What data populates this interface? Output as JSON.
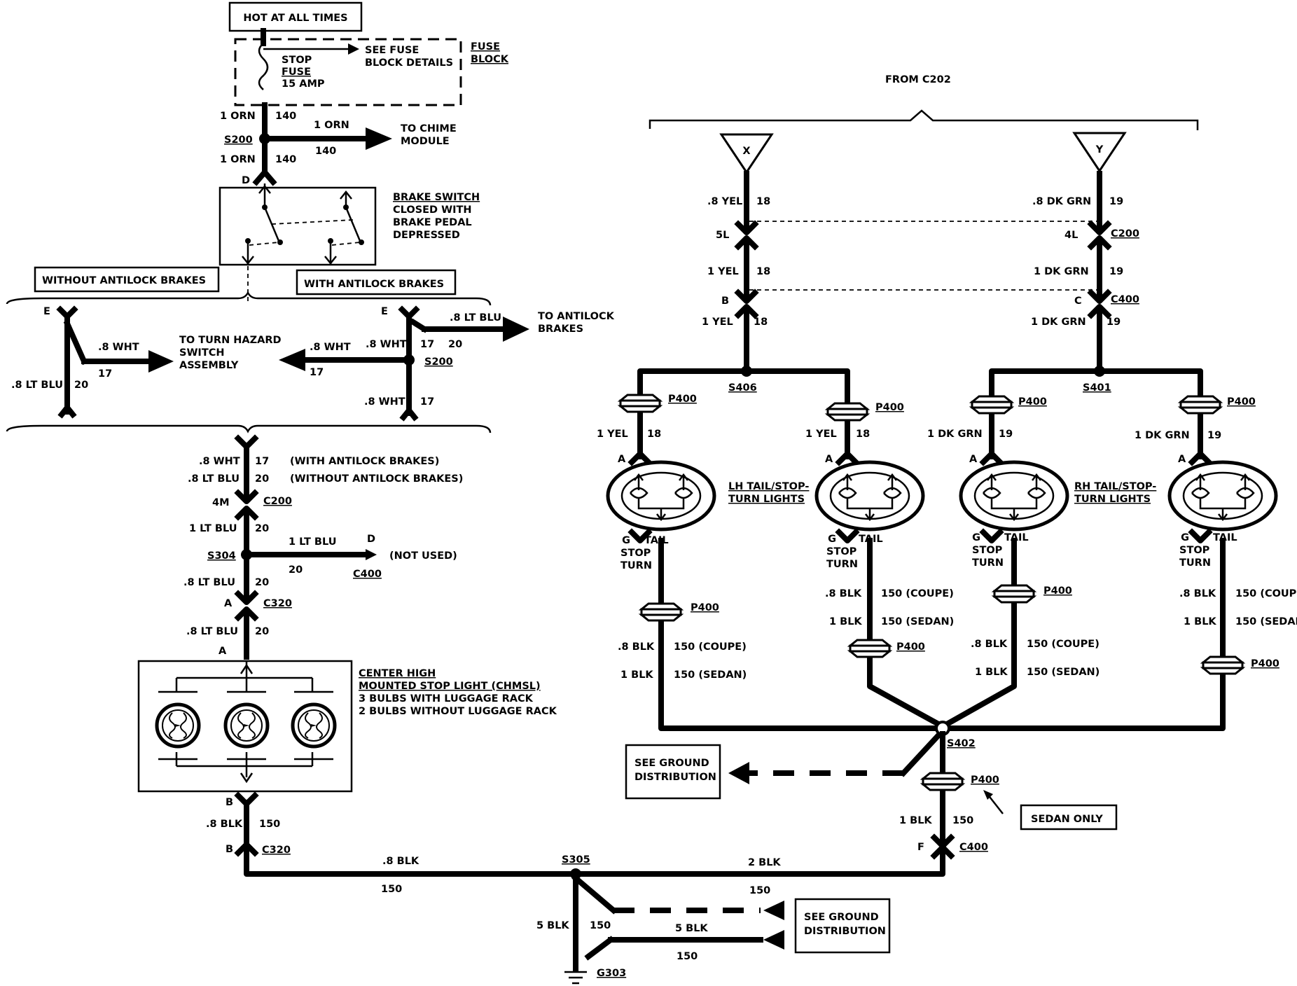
{
  "labels": {
    "hot_at_all_times": "HOT AT ALL TIMES",
    "see_fuse_block_details": [
      "SEE FUSE",
      "BLOCK DETAILS"
    ],
    "fuse_block": [
      "FUSE",
      "BLOCK"
    ],
    "stop_fuse": [
      "STOP",
      "FUSE",
      "15 AMP"
    ],
    "to_chime_module": [
      "TO CHIME",
      "MODULE"
    ],
    "brake_switch": [
      "BRAKE SWITCH",
      "CLOSED WITH",
      "BRAKE PEDAL",
      "DEPRESSED"
    ],
    "without_antilock": "WITHOUT ANTILOCK BRAKES",
    "with_antilock": "WITH ANTILOCK BRAKES",
    "to_turn_hazard": [
      "TO TURN HAZARD",
      "SWITCH",
      "ASSEMBLY"
    ],
    "to_antilock": [
      "TO ANTILOCK",
      "BRAKES"
    ],
    "with_antilock_paren": "(WITH ANTILOCK BRAKES)",
    "without_antilock_paren": "(WITHOUT ANTILOCK BRAKES)",
    "not_used": "(NOT USED)",
    "chmsl": [
      "CENTER HIGH",
      "MOUNTED STOP LIGHT (CHMSL)",
      "3 BULBS WITH LUGGAGE RACK",
      "2 BULBS WITHOUT LUGGAGE RACK"
    ],
    "from_c202": "FROM C202",
    "lh_lights": [
      "LH TAIL/STOP-",
      "TURN LIGHTS"
    ],
    "rh_lights": [
      "RH TAIL/STOP-",
      "TURN LIGHTS"
    ],
    "see_ground_1": [
      "SEE GROUND",
      "DISTRIBUTION"
    ],
    "see_ground_2": [
      "SEE GROUND",
      "DISTRIBUTION"
    ],
    "sedan_only": "SEDAN ONLY",
    "stop_turn": [
      "STOP",
      "TURN"
    ],
    "tail": "TAIL",
    "x": "X",
    "y": "Y"
  },
  "wires": {
    "orn": "1 ORN",
    "c140": "140",
    "wht8": ".8 WHT",
    "c17": "17",
    "ltblu8": ".8 LT BLU",
    "ltblu1": "1 LT BLU",
    "c20": "20",
    "blk8": ".8 BLK",
    "blk1": "1 BLK",
    "blk2": "2 BLK",
    "blk5": "5 BLK",
    "c150": "150",
    "c150_coupe": "150 (COUPE)",
    "c150_sedan": "150 (SEDAN)",
    "yel8": ".8 YEL",
    "yel1": "1 YEL",
    "c18": "18",
    "dkgrn8": ".8 DK GRN",
    "dkgrn1": "1 DK GRN",
    "c19": "19"
  },
  "connectors": {
    "s200": "S200",
    "c200": "C200",
    "c400": "C400",
    "c320": "C320",
    "s304": "S304",
    "s305": "S305",
    "g303": "G303",
    "s406": "S406",
    "s401": "S401",
    "s402": "S402",
    "p400": "P400"
  },
  "pins": {
    "d": "D",
    "e": "E",
    "m4": "4M",
    "a": "A",
    "b": "B",
    "l5": "5L",
    "l4": "4L",
    "c": "C",
    "g": "G",
    "f": "F"
  }
}
